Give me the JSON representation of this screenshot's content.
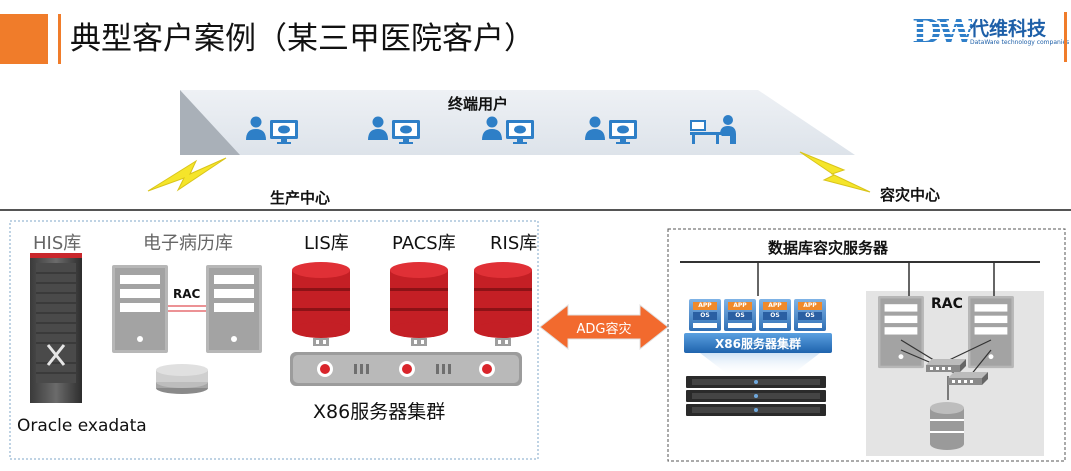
{
  "header": {
    "title": "典型客户案例（某三甲医院客户）",
    "logo_mark": "DW",
    "logo_cn": "代维科技",
    "logo_en": "DataWare technology companies"
  },
  "users": {
    "label": "终端用户"
  },
  "production": {
    "label": "生产中心"
  },
  "dr": {
    "label": "容灾中心"
  },
  "dbs": {
    "his": "HIS库",
    "emr": "电子病历库",
    "lis": "LIS库",
    "pacs": "PACS库",
    "ris": "RIS库",
    "rac": "RAC",
    "exadata": "Oracle exadata",
    "x86_cluster": "X86服务器集群"
  },
  "adg": {
    "label": "ADG容灾"
  },
  "dr_panel": {
    "title": "数据库容灾服务器",
    "vm_app": "APP",
    "vm_os": "OS",
    "x86_cluster": "X86服务器集群",
    "rac": "RAC"
  },
  "colors": {
    "accent": "#f07c2a",
    "db_red": "#d9252b",
    "user_blue": "#2e7fc7",
    "adg_orange": "#f26a2e"
  }
}
